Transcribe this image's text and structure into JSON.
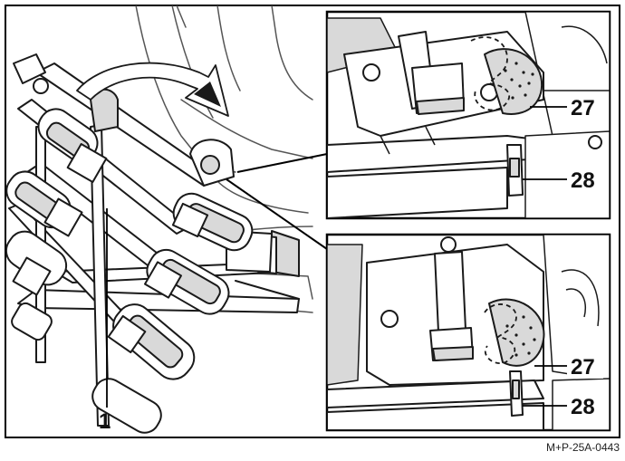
{
  "figure": {
    "reference_code": "M+P-25A-0443",
    "colors": {
      "line": "#1a1a1a",
      "face": "#ffffff",
      "shade": "#d9d9d9",
      "frame": "#000000"
    },
    "main_view": {
      "callouts": [
        {
          "label": "1"
        }
      ],
      "rotation_arrow_icon": "curved-arrow-icon"
    },
    "detail_top": {
      "callouts": [
        {
          "label": "27"
        },
        {
          "label": "28"
        }
      ]
    },
    "detail_bottom": {
      "callouts": [
        {
          "label": "27"
        },
        {
          "label": "28"
        }
      ]
    }
  }
}
